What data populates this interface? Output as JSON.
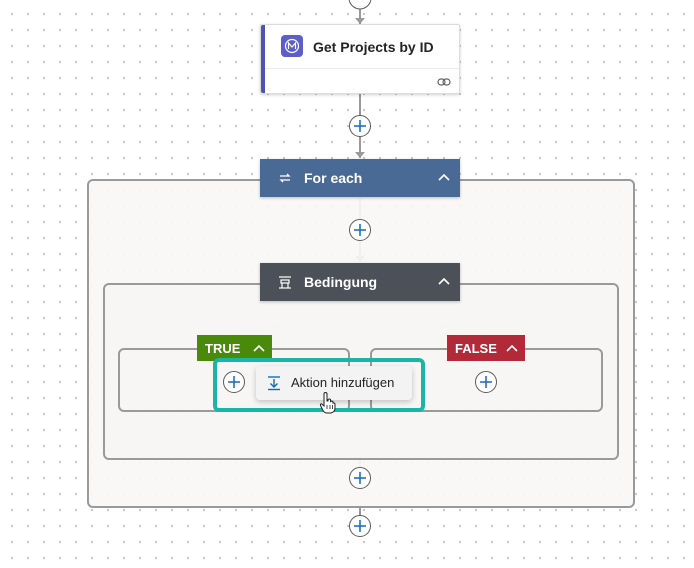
{
  "canvas": {
    "background": "#ffffff",
    "dot_color": "#c4c4c4"
  },
  "action_card": {
    "title": "Get Projects by ID",
    "accent_color": "#4f52b2",
    "icon": "connector-logo-icon",
    "footer_icon": "link-icon"
  },
  "foreach": {
    "label": "For each",
    "color": "#4a6a96",
    "icon": "loop-icon",
    "collapse_icon": "chevron-up-icon"
  },
  "condition": {
    "label": "Bedingung",
    "color": "#4b5059",
    "icon": "condition-icon",
    "collapse_icon": "chevron-up-icon"
  },
  "branches": {
    "true_label": "TRUE",
    "true_color": "#4a8a0a",
    "false_label": "FALSE",
    "false_color": "#b02a37"
  },
  "tooltip": {
    "label": "Aktion hinzufügen",
    "icon": "add-action-icon"
  },
  "highlight_color": "#19b6a8",
  "plus_buttons": [
    "add-step-after-get-projects",
    "add-step-in-foreach",
    "add-action-true-branch",
    "add-action-false-branch",
    "add-step-after-condition",
    "add-step-after-foreach"
  ]
}
